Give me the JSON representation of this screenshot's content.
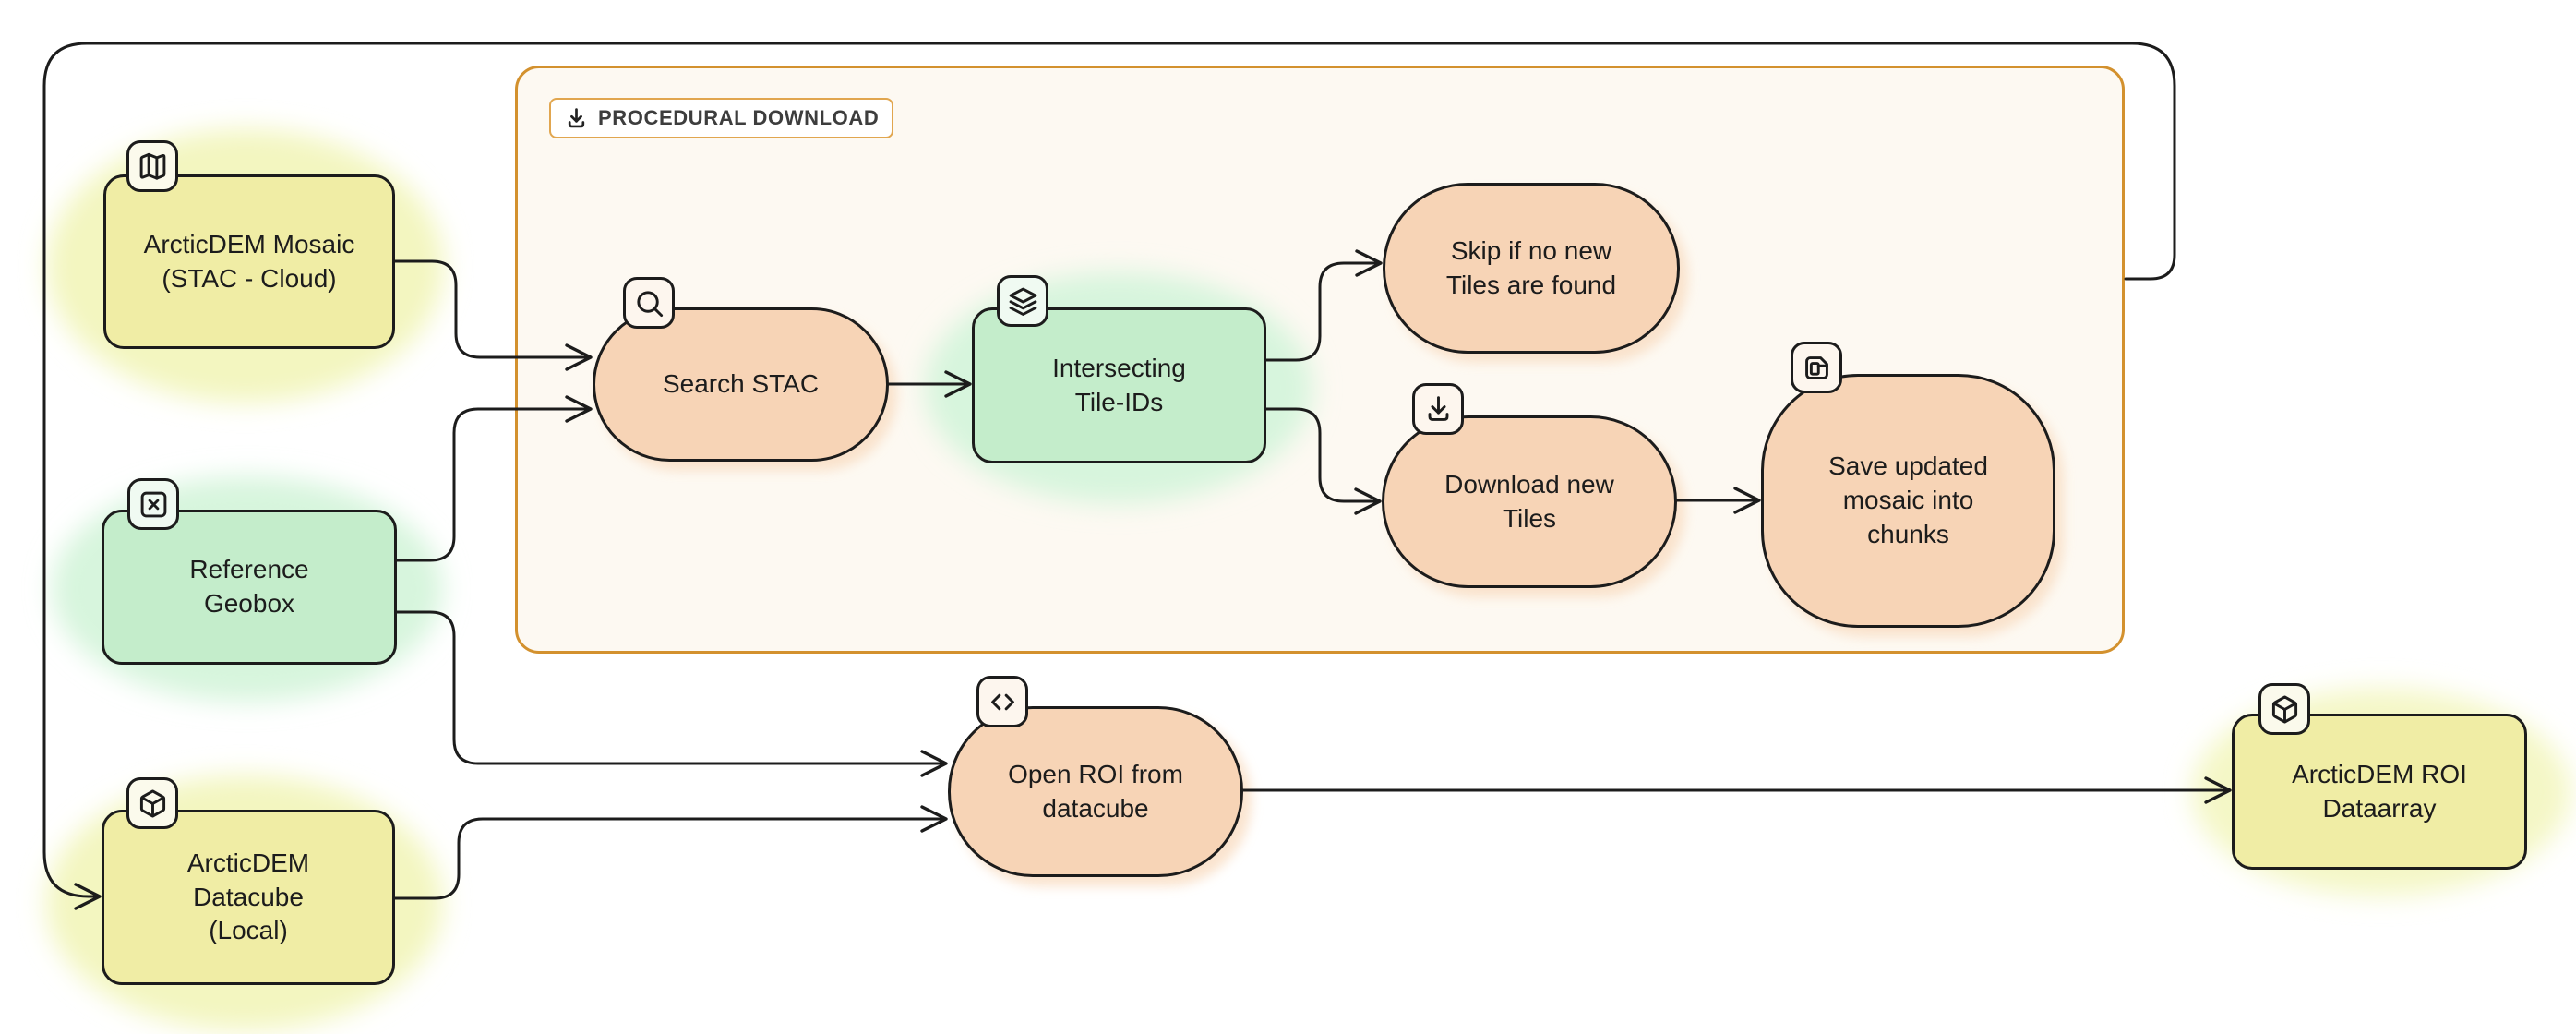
{
  "diagram": {
    "background": "#ffffff",
    "palette": {
      "ink": "#1c1c1c",
      "yellow_fill": "#f0eda5",
      "yellow_glow": "#f3f6c0",
      "green_fill": "#c4edcb",
      "green_glow": "#d7f5dd",
      "peach_fill": "#f7d4b6",
      "peach_glow": "#f9dfc6",
      "group_fill": "#fdf9f2",
      "group_border": "#d3912e",
      "label_border": "#e1a64f",
      "label_text": "#3d3d3d"
    },
    "group": {
      "label": "PROCEDURAL DOWNLOAD",
      "icon": "download-icon"
    },
    "nodes": {
      "arcticdem_mosaic": {
        "label": "ArcticDEM Mosaic (STAC - Cloud)",
        "color": "yellow",
        "icon": "map-icon"
      },
      "reference_geobox": {
        "label": "Reference Geobox",
        "color": "green",
        "icon": "x-square-icon"
      },
      "arcticdem_datacube": {
        "label": "ArcticDEM Datacube (Local)",
        "color": "yellow",
        "icon": "cube-icon"
      },
      "search_stac": {
        "label": "Search STAC",
        "color": "peach",
        "icon": "search-icon"
      },
      "intersecting_tile_ids": {
        "label": "Intersecting Tile-IDs",
        "color": "green",
        "icon": "layers-icon"
      },
      "skip_if_no_new_tiles": {
        "label": "Skip if no new Tiles are found",
        "color": "peach",
        "icon": null
      },
      "download_new_tiles": {
        "label": "Download new Tiles",
        "color": "peach",
        "icon": "download-icon"
      },
      "save_updated_mosaic": {
        "label": "Save updated mosaic into chunks",
        "color": "peach",
        "icon": "save-icon"
      },
      "open_roi_from_datacube": {
        "label": "Open ROI from datacube",
        "color": "peach",
        "icon": "code-icon"
      },
      "arcticdem_roi_dataarray": {
        "label": "ArcticDEM ROI Dataarray",
        "color": "yellow",
        "icon": "cube-icon"
      }
    },
    "edges": [
      {
        "from": "arcticdem_mosaic",
        "to": "search_stac"
      },
      {
        "from": "reference_geobox",
        "to": "search_stac"
      },
      {
        "from": "search_stac",
        "to": "intersecting_tile_ids"
      },
      {
        "from": "intersecting_tile_ids",
        "to": "skip_if_no_new_tiles"
      },
      {
        "from": "intersecting_tile_ids",
        "to": "download_new_tiles"
      },
      {
        "from": "download_new_tiles",
        "to": "save_updated_mosaic"
      },
      {
        "from": "procedural_download_group",
        "to": "arcticdem_datacube"
      },
      {
        "from": "reference_geobox",
        "to": "open_roi_from_datacube"
      },
      {
        "from": "arcticdem_datacube",
        "to": "open_roi_from_datacube"
      },
      {
        "from": "open_roi_from_datacube",
        "to": "arcticdem_roi_dataarray"
      }
    ]
  }
}
